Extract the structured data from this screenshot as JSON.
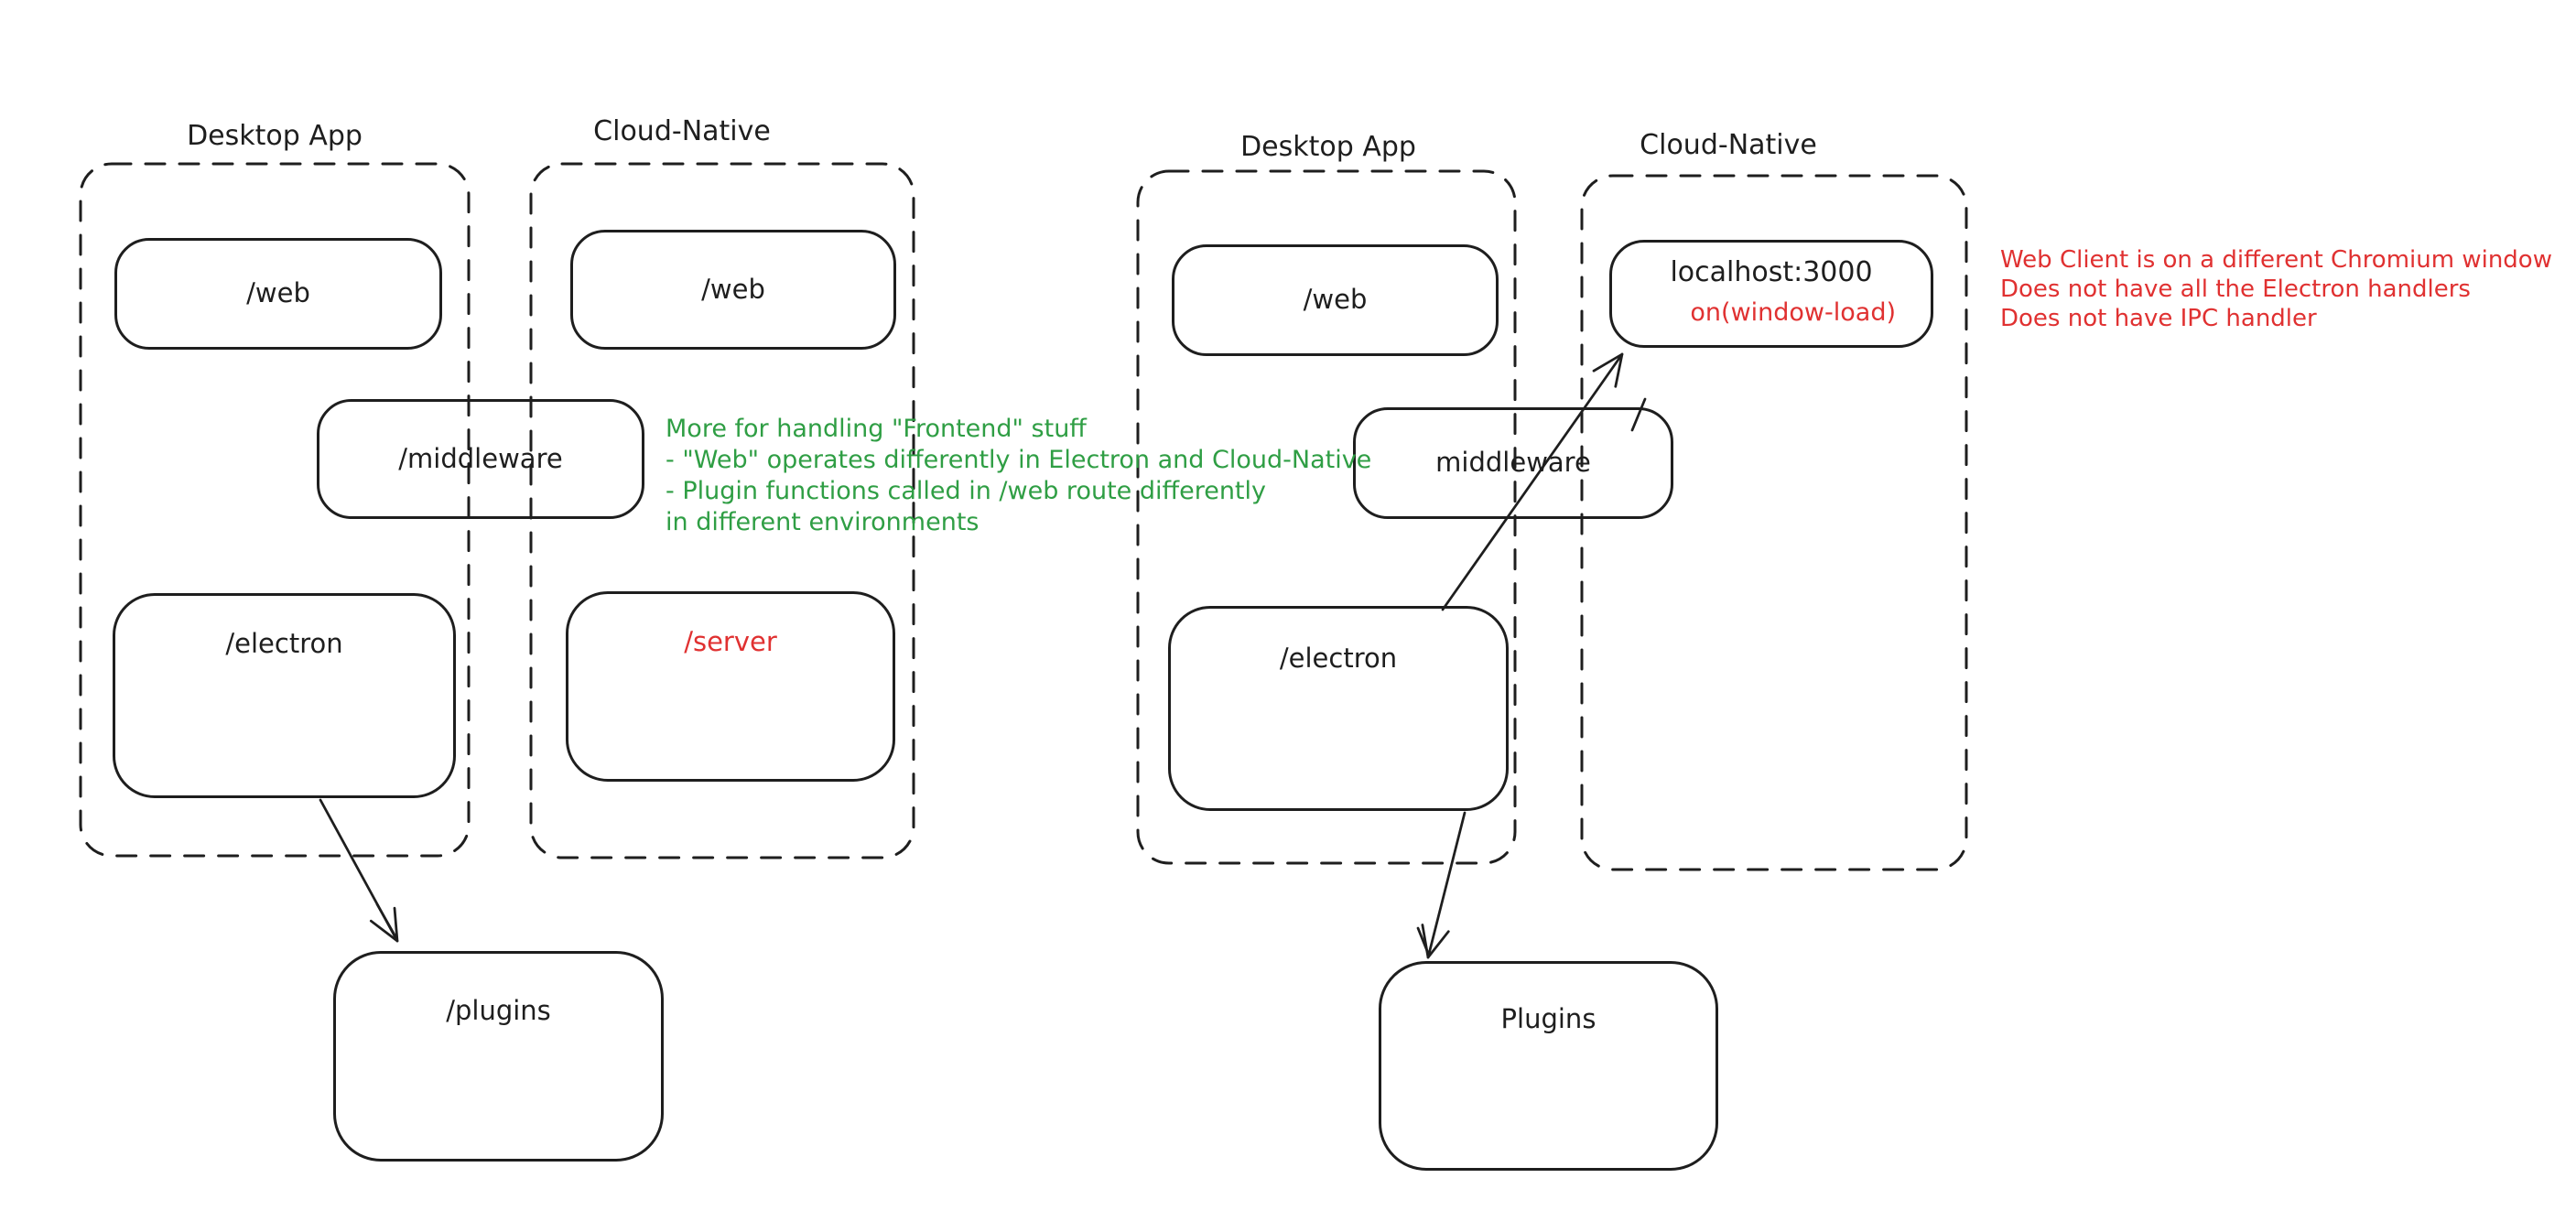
{
  "app": {
    "background": "#ffffff",
    "stroke_color": "#1e1e1e",
    "red_accent": "#e03131",
    "green_accent": "#2f9e44"
  },
  "left_diagram": {
    "desktop_container_label": "Desktop App",
    "cloud_container_label": "Cloud-Native",
    "desktop_web_box": "/web",
    "cloud_web_box": "/web",
    "middleware_box": "/middleware",
    "electron_box": "/electron",
    "server_box": "/server",
    "plugins_box": "/plugins",
    "green_note_lines": [
      "More for handling \"Frontend\" stuff",
      "- \"Web\" operates differently in Electron and Cloud-Native",
      "- Plugin functions called in /web route differently",
      "in different environments"
    ]
  },
  "right_diagram": {
    "desktop_container_label": "Desktop App",
    "cloud_container_label": "Cloud-Native",
    "desktop_web_box": "/web",
    "localhost_box": "localhost:3000",
    "localhost_sub_label": "on(window-load)",
    "middleware_box": "middleware",
    "electron_box": "/electron",
    "plugins_box": "Plugins",
    "red_note_lines": [
      "Web Client is on a different Chromium window",
      "Does not have all the Electron handlers",
      "Does not have IPC handler"
    ]
  }
}
